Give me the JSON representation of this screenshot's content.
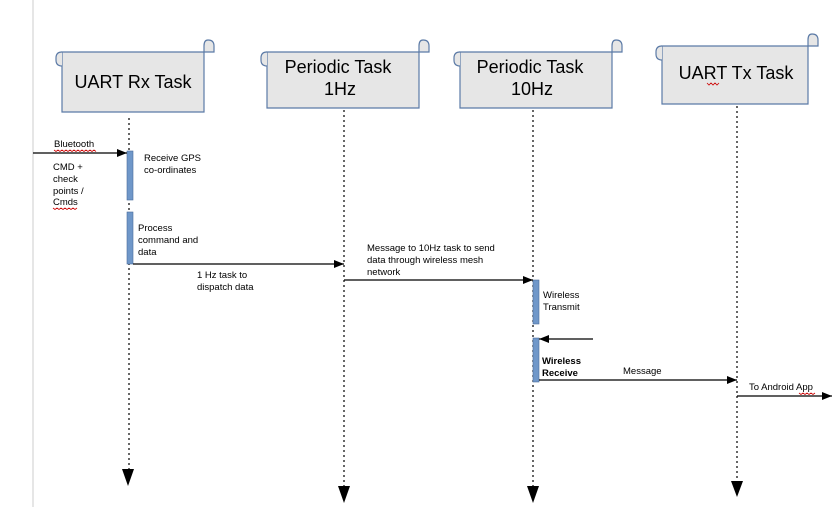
{
  "lifelines": [
    {
      "name": "uart-rx",
      "title_lines": [
        "UART Rx Task"
      ]
    },
    {
      "name": "periodic-1hz",
      "title_lines": [
        "Periodic Task",
        "1Hz"
      ]
    },
    {
      "name": "periodic-10hz",
      "title_lines": [
        "Periodic Task",
        "10Hz"
      ]
    },
    {
      "name": "uart-tx",
      "title_lines": [
        "UART Tx Task"
      ]
    }
  ],
  "labels": {
    "bluetooth": "Bluetooth",
    "cmd": [
      "CMD +",
      "check",
      "points /",
      "Cmds"
    ],
    "receive_gps": [
      "Receive GPS",
      "co-ordinates"
    ],
    "process": [
      "Process",
      "command and",
      "data"
    ],
    "task_1hz_dispatch": [
      "1 Hz task  to",
      "dispatch data"
    ],
    "message_10hz": [
      "Message to 10Hz task  to send",
      "data through wireless mesh",
      "network"
    ],
    "wireless_transmit": [
      "Wireless",
      "Transmit"
    ],
    "wireless_receive": [
      "Wireless",
      "Receive"
    ],
    "message": "Message",
    "to_android": "To Android App"
  },
  "colors": {
    "scroll_fill": "#e6e6e6",
    "scroll_stroke": "#5b7aa6",
    "activation": "#6f97c9",
    "line": "#000000"
  }
}
